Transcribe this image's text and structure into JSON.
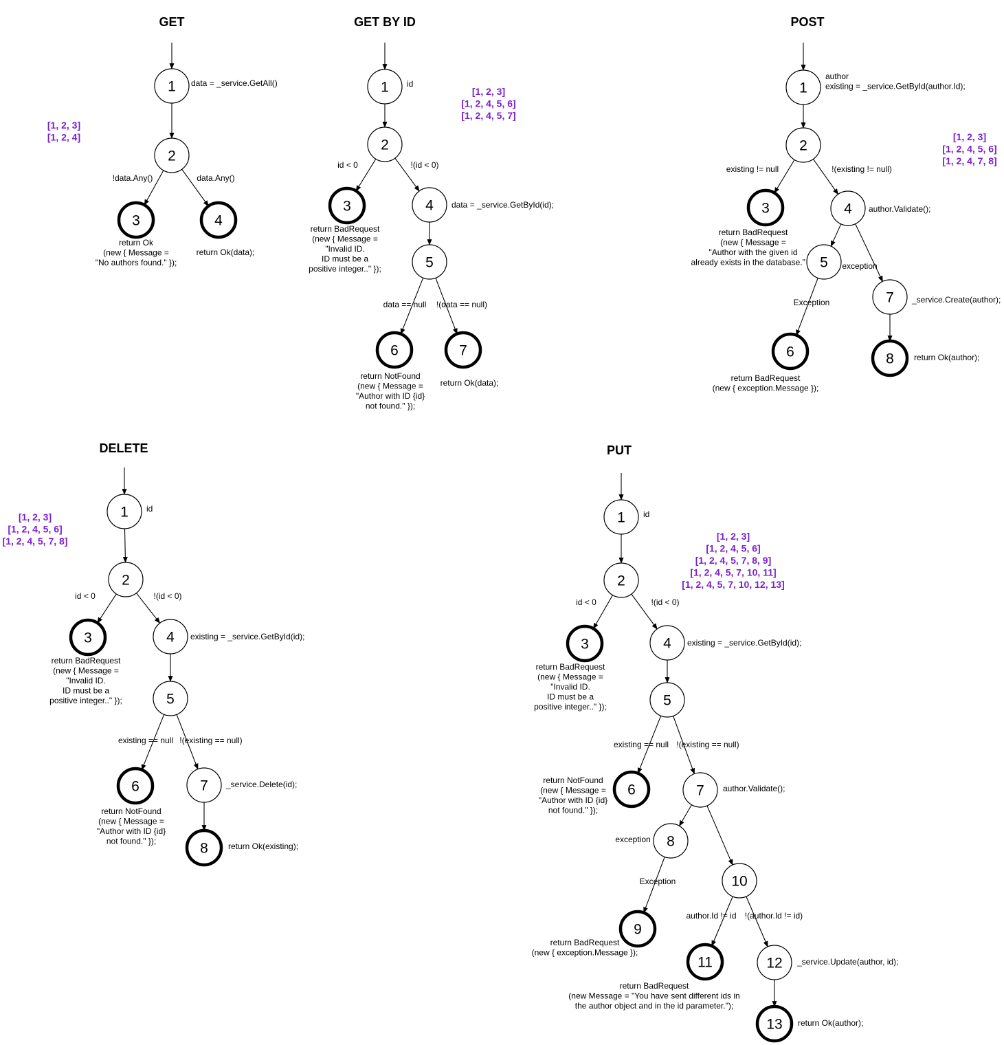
{
  "colors": {
    "paths": "#7a1fd1",
    "stroke": "#000000",
    "background": "#ffffff"
  },
  "graphs": [
    {
      "id": "get",
      "title": "GET",
      "paths": [
        "[1, 2, 3]",
        "[1, 2, 4]"
      ],
      "nodes": [
        {
          "id": "1",
          "terminal": false,
          "note": [
            "data = _service.GetAll()"
          ]
        },
        {
          "id": "2",
          "terminal": false,
          "note": []
        },
        {
          "id": "3",
          "terminal": true,
          "note": [
            "return Ok",
            "(new { Message =",
            "\"No authors found.\" });"
          ]
        },
        {
          "id": "4",
          "terminal": true,
          "note": [
            "return Ok(data);"
          ]
        }
      ],
      "edges": [
        {
          "from": "1",
          "to": "2",
          "label": ""
        },
        {
          "from": "2",
          "to": "3",
          "label": "!data.Any()"
        },
        {
          "from": "2",
          "to": "4",
          "label": "data.Any()"
        }
      ]
    },
    {
      "id": "getbyid",
      "title": "GET BY ID",
      "paths": [
        "[1, 2, 3]",
        "[1, 2, 4, 5, 6]",
        "[1, 2, 4, 5, 7]"
      ],
      "nodes": [
        {
          "id": "1",
          "terminal": false,
          "note": [
            "id"
          ]
        },
        {
          "id": "2",
          "terminal": false,
          "note": []
        },
        {
          "id": "3",
          "terminal": true,
          "note": [
            "return BadRequest",
            "(new { Message =",
            "\"Invalid ID.",
            "ID must be a",
            "positive integer..\" });"
          ]
        },
        {
          "id": "4",
          "terminal": false,
          "note": [
            "data = _service.GetById(id);"
          ]
        },
        {
          "id": "5",
          "terminal": false,
          "note": []
        },
        {
          "id": "6",
          "terminal": true,
          "note": [
            "return NotFound",
            "(new { Message =",
            "\"Author with ID {id}",
            "not found.\" });"
          ]
        },
        {
          "id": "7",
          "terminal": true,
          "note": [
            "return Ok(data);"
          ]
        }
      ],
      "edges": [
        {
          "from": "1",
          "to": "2",
          "label": ""
        },
        {
          "from": "2",
          "to": "3",
          "label": "id < 0"
        },
        {
          "from": "2",
          "to": "4",
          "label": "!(id < 0)"
        },
        {
          "from": "4",
          "to": "5",
          "label": ""
        },
        {
          "from": "5",
          "to": "6",
          "label": "data == null"
        },
        {
          "from": "5",
          "to": "7",
          "label": "!(data == null)"
        }
      ]
    },
    {
      "id": "post",
      "title": "POST",
      "paths": [
        "[1, 2, 3]",
        "[1, 2, 4, 5, 6]",
        "[1, 2, 4, 7, 8]"
      ],
      "nodes": [
        {
          "id": "1",
          "terminal": false,
          "note": [
            "author",
            "existing = _service.GetById(author.Id);"
          ]
        },
        {
          "id": "2",
          "terminal": false,
          "note": []
        },
        {
          "id": "3",
          "terminal": true,
          "note": [
            "return BadRequest",
            "(new { Message =",
            "\"Author with the given id",
            "already exists in the database.\" });"
          ]
        },
        {
          "id": "4",
          "terminal": false,
          "note": [
            "author.Validate();"
          ]
        },
        {
          "id": "5",
          "terminal": false,
          "note": []
        },
        {
          "id": "6",
          "terminal": true,
          "note": [
            "return BadRequest",
            "(new { exception.Message });"
          ]
        },
        {
          "id": "7",
          "terminal": false,
          "note": [
            "_service.Create(author);"
          ]
        },
        {
          "id": "8",
          "terminal": true,
          "note": [
            "return Ok(author);"
          ]
        }
      ],
      "edges": [
        {
          "from": "1",
          "to": "2",
          "label": ""
        },
        {
          "from": "2",
          "to": "3",
          "label": "existing != null"
        },
        {
          "from": "2",
          "to": "4",
          "label": "!(existing != null)"
        },
        {
          "from": "4",
          "to": "5",
          "label": "exception"
        },
        {
          "from": "4",
          "to": "7",
          "label": ""
        },
        {
          "from": "5",
          "to": "6",
          "label": "Exception"
        },
        {
          "from": "7",
          "to": "8",
          "label": ""
        }
      ]
    },
    {
      "id": "delete",
      "title": "DELETE",
      "paths": [
        "[1, 2, 3]",
        "[1, 2, 4, 5, 6]",
        "[1, 2, 4, 5, 7, 8]"
      ],
      "nodes": [
        {
          "id": "1",
          "terminal": false,
          "note": [
            "id"
          ]
        },
        {
          "id": "2",
          "terminal": false,
          "note": []
        },
        {
          "id": "3",
          "terminal": true,
          "note": [
            "return BadRequest",
            "(new { Message =",
            "\"Invalid ID.",
            "ID must be a",
            "positive integer..\" });"
          ]
        },
        {
          "id": "4",
          "terminal": false,
          "note": [
            "existing = _service.GetById(id);"
          ]
        },
        {
          "id": "5",
          "terminal": false,
          "note": []
        },
        {
          "id": "6",
          "terminal": true,
          "note": [
            "return NotFound",
            "(new { Message =",
            "\"Author with ID {id}",
            "not found.\" });"
          ]
        },
        {
          "id": "7",
          "terminal": false,
          "note": [
            "_service.Delete(id);"
          ]
        },
        {
          "id": "8",
          "terminal": true,
          "note": [
            "return Ok(existing);"
          ]
        }
      ],
      "edges": [
        {
          "from": "1",
          "to": "2",
          "label": ""
        },
        {
          "from": "2",
          "to": "3",
          "label": "id < 0"
        },
        {
          "from": "2",
          "to": "4",
          "label": "!(id < 0)"
        },
        {
          "from": "4",
          "to": "5",
          "label": ""
        },
        {
          "from": "5",
          "to": "6",
          "label": "existing == null"
        },
        {
          "from": "5",
          "to": "7",
          "label": "!(existing == null)"
        },
        {
          "from": "7",
          "to": "8",
          "label": ""
        }
      ]
    },
    {
      "id": "put",
      "title": "PUT",
      "paths": [
        "[1, 2, 3]",
        "[1, 2, 4, 5, 6]",
        "[1, 2, 4, 5, 7, 8, 9]",
        "[1, 2, 4, 5, 7, 10, 11]",
        "[1, 2, 4, 5, 7, 10, 12, 13]"
      ],
      "nodes": [
        {
          "id": "1",
          "terminal": false,
          "note": [
            "id"
          ]
        },
        {
          "id": "2",
          "terminal": false,
          "note": []
        },
        {
          "id": "3",
          "terminal": true,
          "note": [
            "return BadRequest",
            "(new { Message =",
            "\"Invalid ID.",
            "ID must be a",
            "positive integer..\" });"
          ]
        },
        {
          "id": "4",
          "terminal": false,
          "note": [
            "existing = _service.GetById(id);"
          ]
        },
        {
          "id": "5",
          "terminal": false,
          "note": []
        },
        {
          "id": "6",
          "terminal": true,
          "note": [
            "return NotFound",
            "(new { Message =",
            "\"Author with ID {id}",
            "not found.\" });"
          ]
        },
        {
          "id": "7",
          "terminal": false,
          "note": [
            "author.Validate();"
          ]
        },
        {
          "id": "8",
          "terminal": false,
          "note": []
        },
        {
          "id": "9",
          "terminal": true,
          "note": [
            "return BadRequest",
            "(new { exception.Message });"
          ]
        },
        {
          "id": "10",
          "terminal": false,
          "note": []
        },
        {
          "id": "11",
          "terminal": true,
          "note": [
            "return BadRequest",
            "(new Message = \"You have sent different ids in",
            "the author object and in the id parameter.\");"
          ]
        },
        {
          "id": "12",
          "terminal": false,
          "note": [
            "_service.Update(author, id);"
          ]
        },
        {
          "id": "13",
          "terminal": true,
          "note": [
            "return Ok(author);"
          ]
        }
      ],
      "edges": [
        {
          "from": "1",
          "to": "2",
          "label": ""
        },
        {
          "from": "2",
          "to": "3",
          "label": "id < 0"
        },
        {
          "from": "2",
          "to": "4",
          "label": "!(id < 0)"
        },
        {
          "from": "4",
          "to": "5",
          "label": ""
        },
        {
          "from": "5",
          "to": "6",
          "label": "existing == null"
        },
        {
          "from": "5",
          "to": "7",
          "label": "!(existing == null)"
        },
        {
          "from": "7",
          "to": "8",
          "label": "exception"
        },
        {
          "from": "7",
          "to": "10",
          "label": ""
        },
        {
          "from": "8",
          "to": "9",
          "label": "Exception"
        },
        {
          "from": "10",
          "to": "11",
          "label": "author.Id != id"
        },
        {
          "from": "10",
          "to": "12",
          "label": "!(author.Id != id)"
        },
        {
          "from": "12",
          "to": "13",
          "label": "return Ok(author);"
        }
      ]
    }
  ]
}
